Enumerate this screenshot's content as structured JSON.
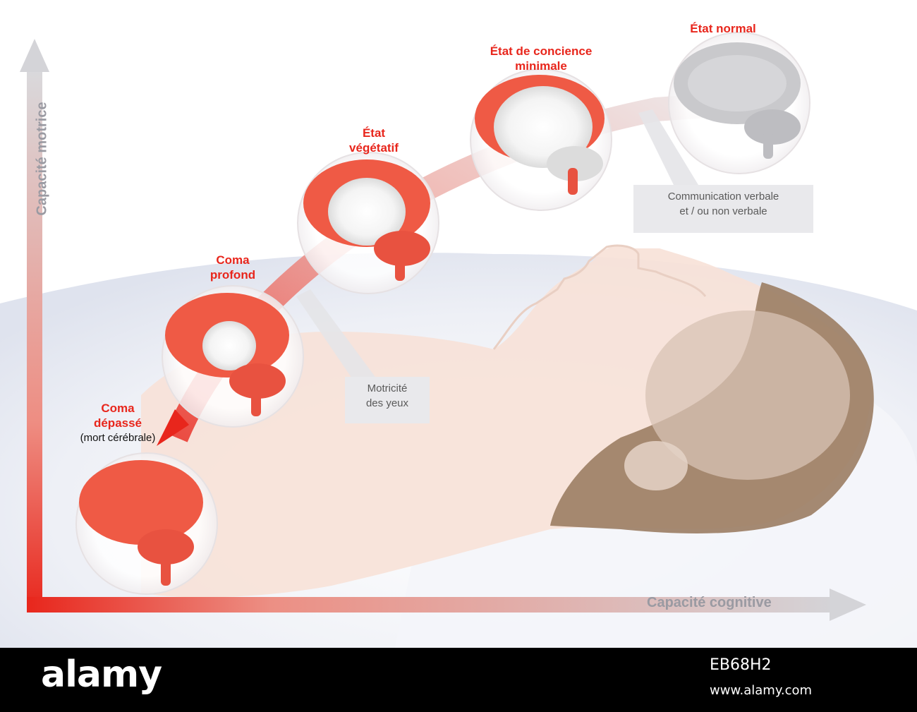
{
  "axes": {
    "y_label": "Capacité motrice",
    "x_label": "Capacité cognitive"
  },
  "stages": [
    {
      "name": "Coma",
      "name2": "dépassé",
      "sub": "(mort cérébrale)"
    },
    {
      "name": "Coma",
      "name2": "profond"
    },
    {
      "name": "État",
      "name2": "végétatif"
    },
    {
      "name": "État de concience",
      "name2": "minimale"
    },
    {
      "name": "État normal"
    }
  ],
  "notes": {
    "eyes": {
      "line1": "Motricité",
      "line2": "des yeux"
    },
    "communication": {
      "line1": "Communication verbale",
      "line2": "et / ou non verbale"
    }
  },
  "footer": {
    "logo": "alamy",
    "code": "EB68H2",
    "url": "www.alamy.com"
  },
  "colors": {
    "red": "#e8261c",
    "brain_red": "#ef5a45",
    "brain_gray": "#c9c9cc",
    "axis_gray": "#c4c4c8",
    "skin": "#f7e2d8",
    "hair": "#9b7d63"
  }
}
